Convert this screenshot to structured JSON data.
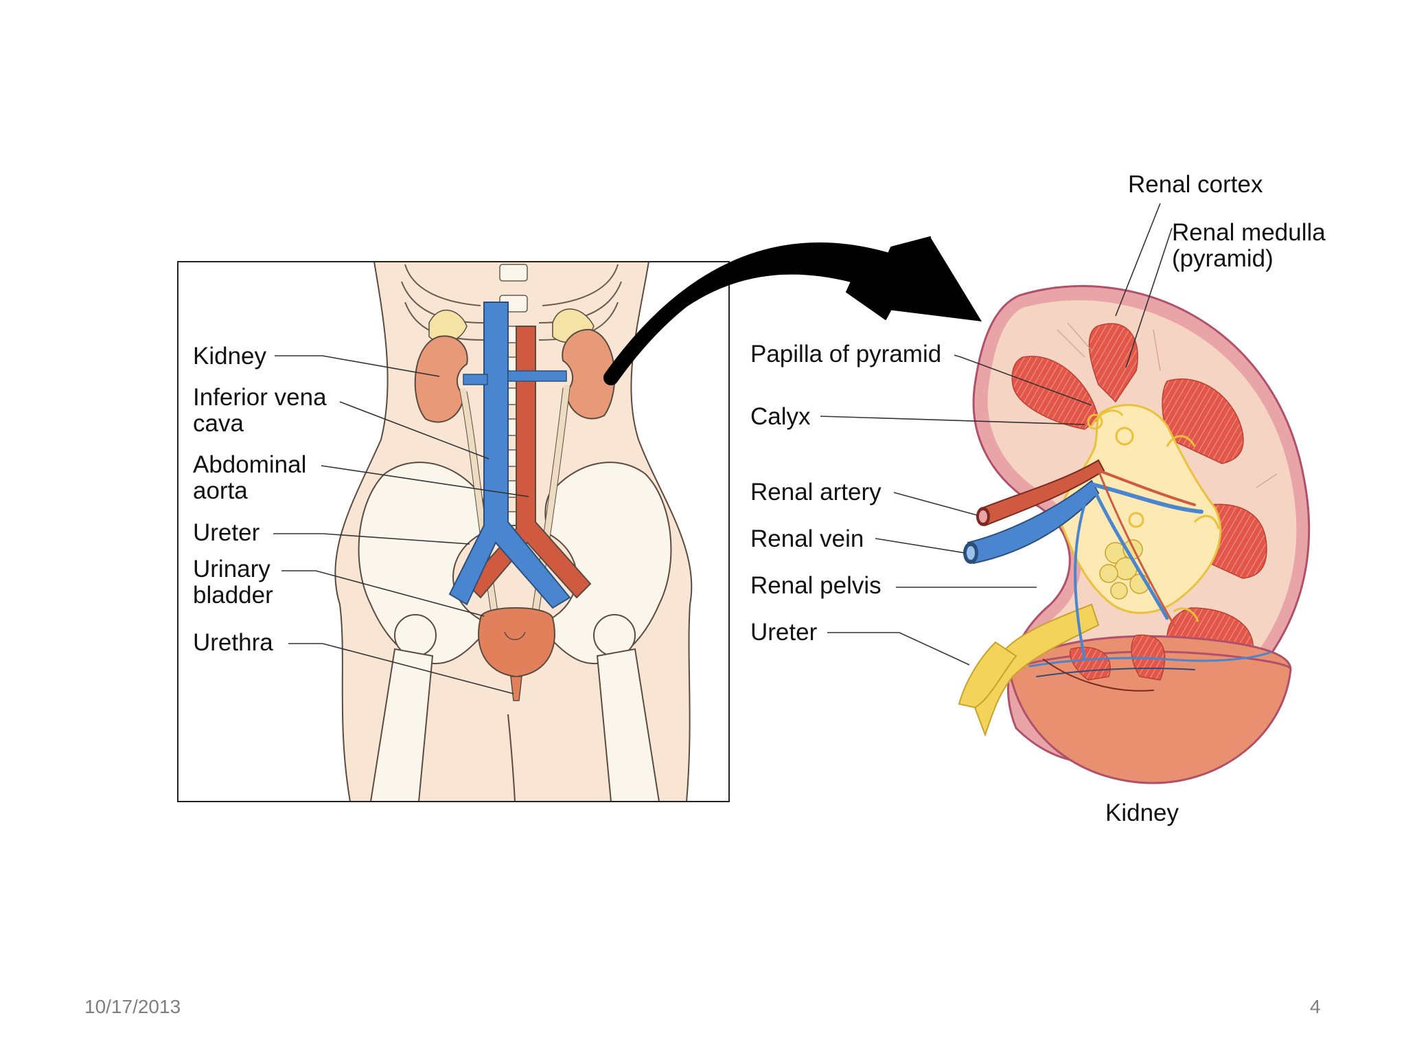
{
  "colors": {
    "skin": "#f8e5d3",
    "skin_outline": "#5a4a40",
    "bone": "#fbf6ec",
    "kidney": "#e89a78",
    "vein": "#4a86d0",
    "artery": "#cf5a3f",
    "ureter": "#ebdcc2",
    "adrenal": "#f4e3a4",
    "bladder": "#e2805c",
    "capsule": "#e8a4a6",
    "cortex": "#f6d4c4",
    "pyramid": "#e3574a",
    "pelvis": "#fde9b4",
    "calyx_outline": "#e9c13a",
    "ureter_yellow": "#f3d35a",
    "arrow": "#000000",
    "footer_text": "#7f7f7f"
  },
  "body_figure": {
    "labels": {
      "kidney": "Kidney",
      "ivc": "Inferior vena\ncava",
      "aorta": "Abdominal\naorta",
      "ureter": "Ureter",
      "bladder": "Urinary\nbladder",
      "urethra": "Urethra"
    }
  },
  "kidney_figure": {
    "labels": {
      "cortex": "Renal cortex",
      "medulla": "Renal medulla\n(pyramid)",
      "papilla": "Papilla of pyramid",
      "calyx": "Calyx",
      "artery": "Renal artery",
      "vein": "Renal vein",
      "pelvis": "Renal pelvis",
      "ureter": "Ureter"
    },
    "caption": "Kidney"
  },
  "footer": {
    "date": "10/17/2013",
    "page": "4"
  }
}
